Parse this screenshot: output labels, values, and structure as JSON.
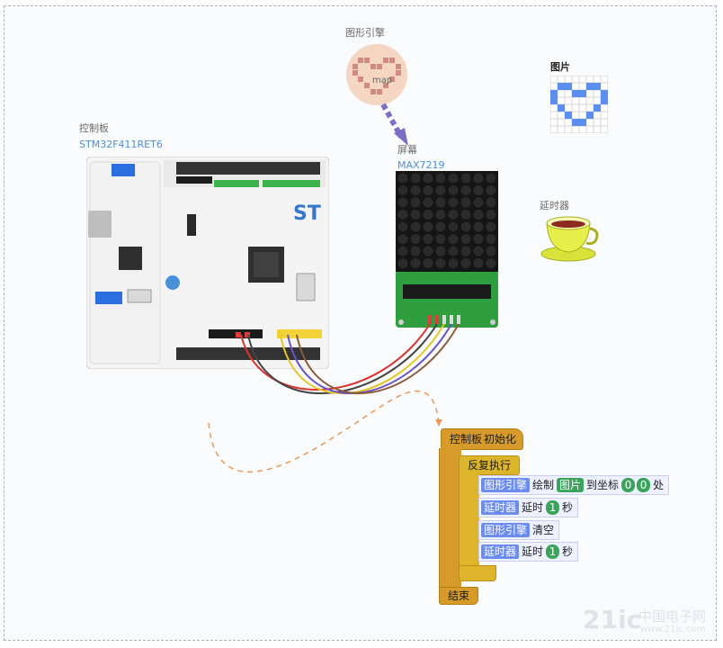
{
  "board": {
    "label": "控制板",
    "model": "STM32F411RET6"
  },
  "engine": {
    "label": "图形引擎",
    "overlay": "map"
  },
  "image_asset": {
    "label": "图片"
  },
  "screen": {
    "label": "屏幕",
    "model": "MAX7219"
  },
  "delay": {
    "label": "延时器"
  },
  "blocks": {
    "hat_tag": "控制板",
    "hat_text": "初始化",
    "loop_text": "反复执行",
    "b1": {
      "tag": "图形引擎",
      "t1": "绘制",
      "asset": "图片",
      "t2": "到坐标",
      "x": "0",
      "y": "0",
      "t3": "处"
    },
    "b2": {
      "tag": "延时器",
      "t1": "延时",
      "v": "1",
      "t2": "秒"
    },
    "b3": {
      "tag": "图形引擎",
      "t1": "清空"
    },
    "b4": {
      "tag": "延时器",
      "t1": "延时",
      "v": "1",
      "t2": "秒"
    },
    "end_text": "结束"
  },
  "watermark": {
    "brand": "21ic",
    "cn": "中国电子网",
    "url": "www.21ic.com"
  },
  "colors": {
    "accent": "#4a90d9",
    "control": "#d79b2a",
    "loop": "#dcb52a",
    "engine": "#6d8cf0",
    "value": "#3aa55a"
  }
}
